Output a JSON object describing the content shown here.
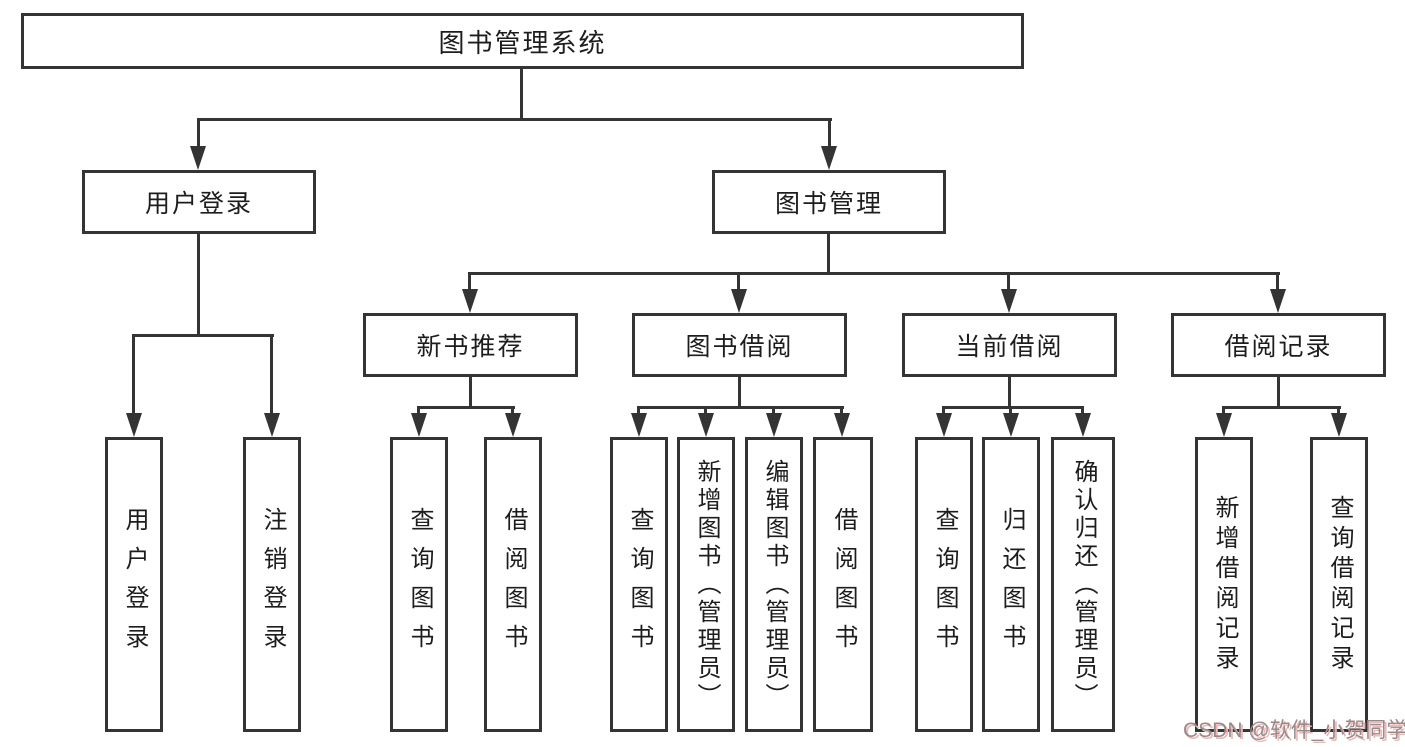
{
  "diagram": {
    "title": "图书管理系统",
    "type": "hierarchy-tree",
    "colors": {
      "line": "#343434",
      "text": "#1d1d1d",
      "background": "#ffffff"
    },
    "nodes": {
      "root": "图书管理系统",
      "level2": [
        {
          "label": "用户登录"
        },
        {
          "label": "图书管理"
        }
      ],
      "level3": [
        {
          "label": "新书推荐"
        },
        {
          "label": "图书借阅"
        },
        {
          "label": "当前借阅"
        },
        {
          "label": "借阅记录"
        }
      ],
      "user_children": [
        "用户登录",
        "注销登录"
      ],
      "new_books_children": [
        "查询图书",
        "借阅图书"
      ],
      "borrow_children": [
        "查询图书",
        "新增图书（管理员）",
        "编辑图书（管理员）",
        "借阅图书"
      ],
      "current_children": [
        "查询图书",
        "归还图书",
        "确认归还（管理员）"
      ],
      "records_children": [
        "新增借阅记录",
        "查询借阅记录"
      ]
    }
  },
  "watermark": {
    "text": "CSDN @软件_小贺同学",
    "color": "#8e8e8e",
    "shadow_color": "#f9b1b1"
  }
}
